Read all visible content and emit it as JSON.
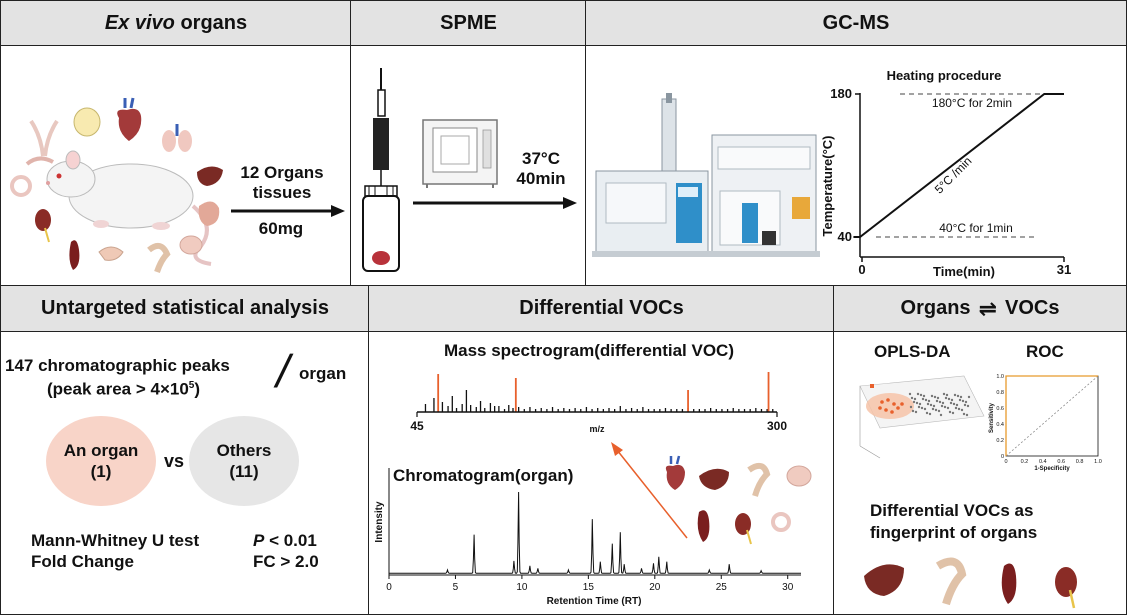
{
  "panels": {
    "exvivo": {
      "title_em": "Ex vivo",
      "title_rest": " organs",
      "label_line1": "12 Organs",
      "label_line2": "tissues",
      "label_mass": "60mg"
    },
    "spme": {
      "title": "SPME",
      "cond_temp": "37°C",
      "cond_time": "40min"
    },
    "gcms": {
      "title": "GC-MS",
      "chart_title": "Heating procedure",
      "ylabel": "Temperature(°C)",
      "xlabel": "Time(min)",
      "ann_top": "180°C for 2min",
      "ann_rate": "5°C /min",
      "ann_bottom": "40°C for 1min"
    },
    "untargeted": {
      "title": "Untargeted statistical analysis",
      "peaks_line1": "147 chromatographic peaks",
      "peaks_line2_a": "(peak area > 4×10",
      "peaks_line2_sup": "5",
      "peaks_line2_b": ")",
      "slash": "/",
      "per_organ": "organ",
      "group1_name": "An organ",
      "group1_count": "(1)",
      "vs": "vs",
      "group2_name": "Others",
      "group2_count": "(11)",
      "test1_name": "Mann-Whitney U test",
      "test1_crit_p": "P",
      "test1_crit_rest": " < 0.01",
      "test2_name": "Fold Change",
      "test2_crit": "FC > 2.0"
    },
    "diff": {
      "title": "Differential VOCs",
      "mass_title": "Mass spectrogram(differential VOC)",
      "mass_xmin": "45",
      "mass_xmax": "300",
      "mass_xlabel": "m/z",
      "chrom_title": "Chromatogram(organ)",
      "chrom_ylabel": "Intensity",
      "chrom_xlabel": "Retention Time (RT)"
    },
    "organs_vocs": {
      "title_a": "Organs",
      "title_arrow": "⇌",
      "title_b": "VOCs",
      "oplsda": "OPLS-DA",
      "roc": "ROC",
      "roc_ylabel": "Sensitivity",
      "roc_xlabel": "1-Specificity",
      "fp_line1": "Differential VOCs as",
      "fp_line2": "fingerprint of organs"
    }
  },
  "chart_data": [
    {
      "type": "line",
      "title": "Heating procedure",
      "xlabel": "Time(min)",
      "ylabel": "Temperature(°C)",
      "x_ticks": [
        0,
        31
      ],
      "y_ticks": [
        40,
        180
      ],
      "series": [
        {
          "x": [
            -1,
            0,
            28,
            31
          ],
          "y": [
            40,
            40,
            180,
            180
          ]
        }
      ]
    },
    {
      "type": "bar",
      "title": "Mass spectrogram(differential VOC)",
      "xlabel": "m/z",
      "xlim": [
        45,
        300
      ],
      "x_ticks": [
        45,
        300
      ],
      "highlight_color": "#e8602c",
      "x": [
        51,
        57,
        60,
        63,
        67,
        70,
        73,
        77,
        80,
        83,
        87,
        90,
        93,
        97,
        100,
        103,
        107,
        110,
        113,
        117,
        121,
        125,
        129,
        133,
        137,
        141,
        145,
        149,
        153,
        157,
        161,
        165,
        169,
        173,
        177,
        181,
        185,
        189,
        193,
        197,
        201,
        205,
        209,
        213,
        217,
        221,
        225,
        229,
        233,
        237,
        241,
        245,
        249,
        253,
        257,
        261,
        265,
        269,
        273,
        277,
        281,
        285,
        289,
        293,
        297
      ],
      "values": [
        8,
        14,
        5,
        10,
        6,
        16,
        4,
        8,
        22,
        7,
        5,
        11,
        4,
        9,
        6,
        6,
        3,
        7,
        4,
        5,
        3,
        5,
        3,
        4,
        3,
        5,
        3,
        4,
        3,
        4,
        3,
        5,
        3,
        4,
        3,
        4,
        3,
        6,
        3,
        4,
        3,
        5,
        3,
        3,
        3,
        4,
        3,
        3,
        3,
        4,
        3,
        3,
        3,
        4,
        3,
        3,
        3,
        4,
        3,
        3,
        3,
        4,
        3,
        3,
        3
      ],
      "highlight_x": [
        60,
        115,
        237,
        294
      ],
      "highlight_values": [
        38,
        34,
        22,
        40
      ]
    },
    {
      "type": "line",
      "title": "Chromatogram(organ)",
      "xlabel": "Retention Time (RT)",
      "ylabel": "Intensity",
      "xlim": [
        0,
        31
      ],
      "x_ticks": [
        0,
        5,
        10,
        15,
        20,
        25,
        30
      ],
      "peaks": [
        {
          "rt": 4.4,
          "h": 0.04
        },
        {
          "rt": 6.4,
          "h": 0.47
        },
        {
          "rt": 9.4,
          "h": 0.15
        },
        {
          "rt": 9.75,
          "h": 1.0
        },
        {
          "rt": 10.6,
          "h": 0.09
        },
        {
          "rt": 11.2,
          "h": 0.06
        },
        {
          "rt": 13.5,
          "h": 0.04
        },
        {
          "rt": 15.3,
          "h": 0.66
        },
        {
          "rt": 15.9,
          "h": 0.14
        },
        {
          "rt": 16.8,
          "h": 0.36
        },
        {
          "rt": 17.4,
          "h": 0.5
        },
        {
          "rt": 17.7,
          "h": 0.11
        },
        {
          "rt": 19.0,
          "h": 0.06
        },
        {
          "rt": 19.9,
          "h": 0.12
        },
        {
          "rt": 20.3,
          "h": 0.2
        },
        {
          "rt": 20.9,
          "h": 0.14
        },
        {
          "rt": 24.1,
          "h": 0.04
        },
        {
          "rt": 25.6,
          "h": 0.11
        },
        {
          "rt": 28.0,
          "h": 0.03
        }
      ]
    },
    {
      "type": "line",
      "title": "ROC",
      "xlabel": "1-Specificity",
      "ylabel": "Sensitivity",
      "ticks": [
        "0",
        "0.2",
        "0.4",
        "0.6",
        "0.8",
        "1.0"
      ],
      "colors": {
        "curve": "#e89a2c",
        "diagonal": "#888888"
      },
      "series": [
        {
          "x": [
            0,
            0,
            1
          ],
          "y": [
            0,
            1,
            1
          ]
        }
      ]
    }
  ],
  "colors": {
    "orange": "#e8602c",
    "rosy_ellipse": "#f8d4c8",
    "grey_ellipse": "#e6e6e6",
    "header_grey": "#e3e3e3",
    "instrument_blue": "#2f8fc9"
  },
  "icons": [
    "rat-icon",
    "heart-icon",
    "lung-icon",
    "liver-icon",
    "kidney-icon",
    "stomach-icon",
    "brain-icon",
    "spleen-icon",
    "trachea-icon",
    "syringe-icon",
    "vial-icon",
    "incubator-icon",
    "gcms-instrument-icon",
    "arrow-right-icon",
    "equilibrium-arrows-icon"
  ]
}
